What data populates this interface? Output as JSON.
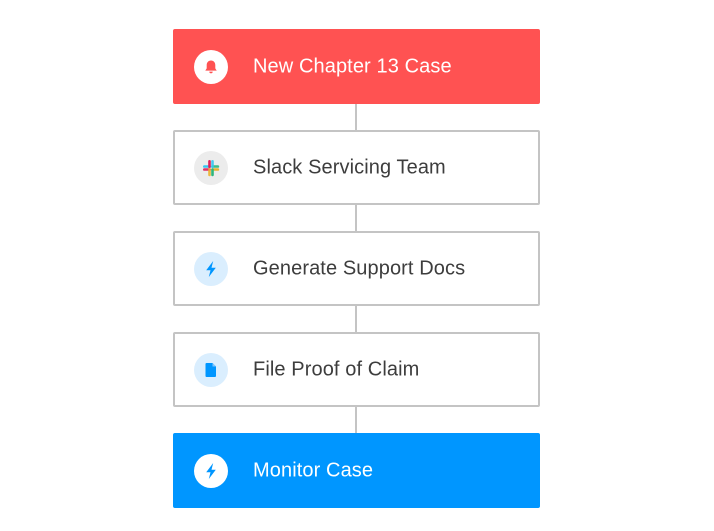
{
  "workflow": {
    "steps": [
      {
        "label": "New Chapter 13 Case",
        "icon": "bell-icon",
        "type": "trigger",
        "color": "#ff5252"
      },
      {
        "label": "Slack Servicing Team",
        "icon": "slack-icon",
        "type": "app"
      },
      {
        "label": "Generate Support Docs",
        "icon": "lightning-icon",
        "type": "app"
      },
      {
        "label": "File Proof of Claim",
        "icon": "document-icon",
        "type": "app"
      },
      {
        "label": "Monitor Case",
        "icon": "lightning-icon",
        "type": "action",
        "color": "#0096ff"
      }
    ]
  },
  "colors": {
    "trigger": "#ff5252",
    "action": "#0096ff",
    "border": "#c4c4c4",
    "icon_blue": "#0096ff",
    "slack_purple": "#4a154b",
    "slack_red": "#e01e5a",
    "slack_green": "#2eb67d",
    "slack_blue": "#36c5f0",
    "slack_yellow": "#ecb22e"
  }
}
